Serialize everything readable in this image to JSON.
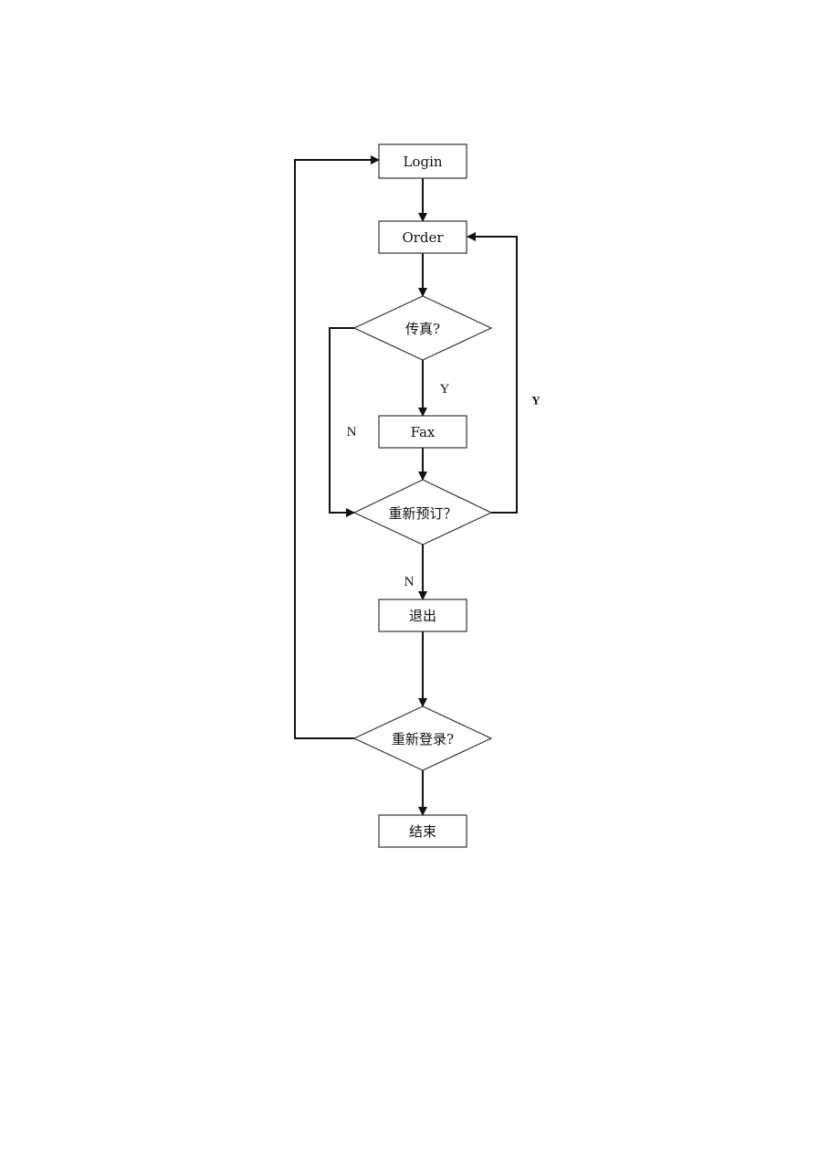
{
  "nodes": {
    "login": "Login",
    "order": "Order",
    "fax_decision": "传真?",
    "fax": "Fax",
    "reorder_decision": "重新预订？",
    "exit": "退出",
    "relogin_decision": "重新登录?",
    "end": "结束"
  },
  "edge_labels": {
    "fax_yes": "Y",
    "fax_no": "N",
    "reorder_yes": "Y",
    "reorder_no": "N"
  }
}
